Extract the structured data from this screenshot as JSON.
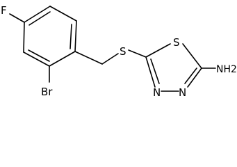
{
  "molecule": {
    "atoms": {
      "fluorine": "F",
      "bromine": "Br",
      "sulfur_thioether": "S",
      "sulfur_ring": "S",
      "nitrogen_3": "N",
      "nitrogen_4": "N",
      "amine": "NH2"
    }
  }
}
